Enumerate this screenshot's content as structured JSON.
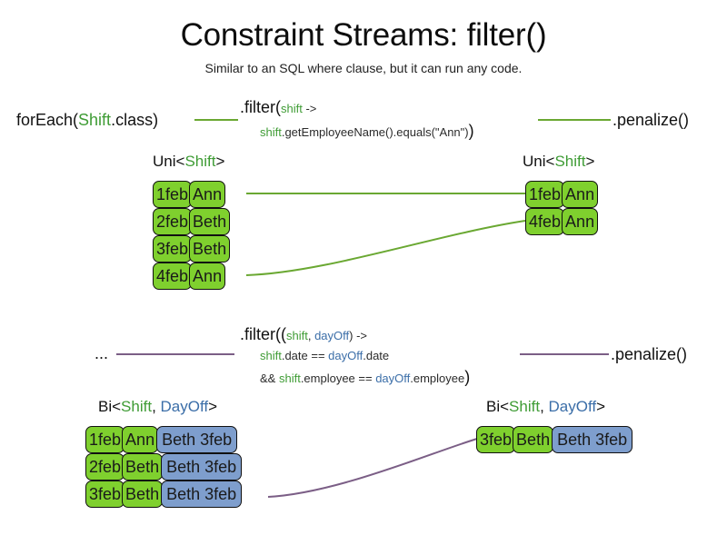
{
  "title": "Constraint Streams: filter()",
  "subtitle": "Similar to an SQL where clause, but it can run any code.",
  "colors": {
    "shift_green": "#7fd02e",
    "dayoff_blue": "#7e9ecd",
    "employee_orange": "#e8501e",
    "token_shift": "#3f9c35",
    "token_dayoff": "#3b6ea8",
    "wire_green": "#6aa832",
    "wire_purple": "#7b5e86",
    "text_dark": "#111111"
  },
  "uni_section": {
    "source_label": {
      "prefix": "forEach(",
      "type": "Shift",
      "suffix": ".class)"
    },
    "filter_label": {
      "line1_head": ".filter(",
      "line1_param": "shift",
      "line1_tail": " ->",
      "line2_param": "shift",
      "line2_body": ".getEmployeeName().equals(\"Ann\")",
      "line2_close": ")"
    },
    "sink_label": ".penalize()",
    "input_stream": {
      "label_prefix": "Uni<",
      "label_type": "Shift",
      "label_suffix": ">",
      "tuples": [
        {
          "date": "1feb",
          "employee": "Ann"
        },
        {
          "date": "2feb",
          "employee": "Beth"
        },
        {
          "date": "3feb",
          "employee": "Beth"
        },
        {
          "date": "4feb",
          "employee": "Ann"
        }
      ]
    },
    "output_stream": {
      "label_prefix": "Uni<",
      "label_type": "Shift",
      "label_suffix": ">",
      "tuples": [
        {
          "date": "1feb",
          "employee": "Ann"
        },
        {
          "date": "4feb",
          "employee": "Ann"
        }
      ]
    }
  },
  "bi_section": {
    "source_label": "...",
    "filter_label": {
      "line1_head": ".filter((",
      "line1_param_a": "shift",
      "line1_comma": ", ",
      "line1_param_b": "dayOff",
      "line1_tail": ") ->",
      "line2_param_a": "shift",
      "line2_mid_a": ".date == ",
      "line2_param_b": "dayOff",
      "line2_tail": ".date",
      "line3_head": "&& ",
      "line3_param_a": "shift",
      "line3_mid_a": ".employee == ",
      "line3_param_b": "dayOff",
      "line3_tail": ".employee",
      "line3_close": ")"
    },
    "sink_label": ".penalize()",
    "input_stream": {
      "label_prefix": "Bi<",
      "label_type_a": "Shift",
      "label_comma": ", ",
      "label_type_b": "DayOff",
      "label_suffix": ">",
      "tuples": [
        {
          "date": "1feb",
          "employee": "Ann",
          "dayoff": "Beth 3feb"
        },
        {
          "date": "2feb",
          "employee": "Beth",
          "dayoff": "Beth 3feb"
        },
        {
          "date": "3feb",
          "employee": "Beth",
          "dayoff": "Beth 3feb"
        }
      ]
    },
    "output_stream": {
      "label_prefix": "Bi<",
      "label_type_a": "Shift",
      "label_comma": ", ",
      "label_type_b": "DayOff",
      "label_suffix": ">",
      "tuples": [
        {
          "date": "3feb",
          "employee": "Beth",
          "dayoff": "Beth 3feb"
        }
      ]
    }
  }
}
